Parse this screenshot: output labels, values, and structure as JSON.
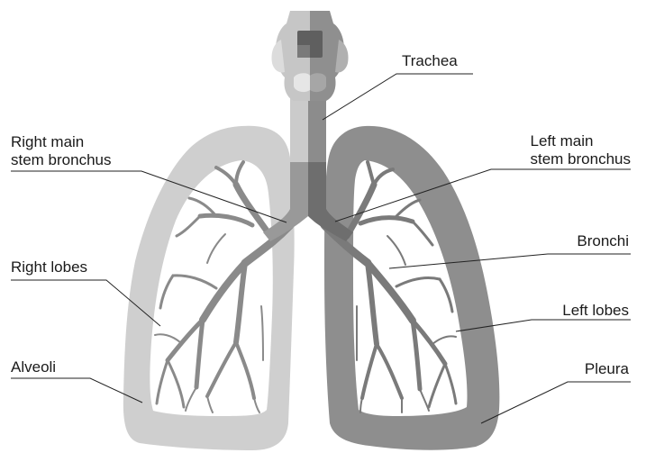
{
  "labels": {
    "trachea": "Trachea",
    "right_main_stem_bronchus": [
      "Right main",
      "stem bronchus"
    ],
    "left_main_stem_bronchus": [
      "Left main",
      "stem bronchus"
    ],
    "right_lobes": "Right lobes",
    "bronchi": "Bronchi",
    "left_lobes": "Left lobes",
    "alveoli": "Alveoli",
    "pleura": "Pleura"
  },
  "colors": {
    "right_lung_pleura": "#cfcfcf",
    "left_lung_pleura": "#8e8e8e",
    "trachea_light": "#cbcbcb",
    "trachea_dark": "#777777",
    "bronchial_tree_right": "#8a8a8a",
    "bronchial_tree_left": "#7a7a7a",
    "leader_line": "#222222"
  }
}
